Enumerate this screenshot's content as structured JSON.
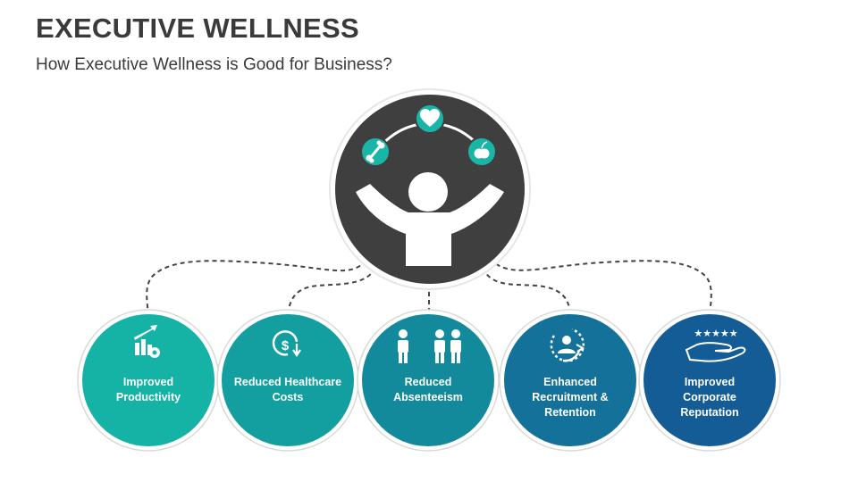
{
  "header": {
    "title": "EXECUTIVE WELLNESS",
    "subtitle": "How Executive Wellness is Good for Business?"
  },
  "hub": {
    "icon": "person-juggling-wellness-icon",
    "orbit_icons": [
      "dumbbell-icon",
      "heart-icon",
      "apple-icon"
    ]
  },
  "benefits": [
    {
      "label": "Improved\nProductivity",
      "icon": "growth-chart-gear-icon",
      "color": "#14b3a6"
    },
    {
      "label": "Reduced Healthcare\nCosts",
      "icon": "dollar-decrease-icon",
      "color": "#139e9f"
    },
    {
      "label": "Reduced\nAbsenteeism",
      "icon": "people-icon",
      "color": "#138a9c"
    },
    {
      "label": "Enhanced\nRecruitment &\nRetention",
      "icon": "user-cycle-icon",
      "color": "#14729a"
    },
    {
      "label": "Improved\nCorporate\nReputation",
      "icon": "hand-stars-icon",
      "color": "#135c96"
    }
  ]
}
